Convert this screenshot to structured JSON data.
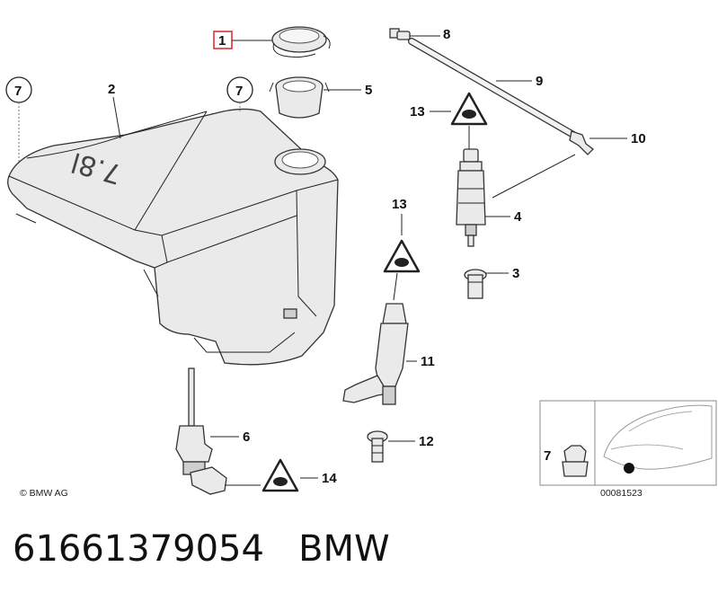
{
  "diagram": {
    "callouts": {
      "c1": "1",
      "c2": "2",
      "c3": "3",
      "c4": "4",
      "c5": "5",
      "c6": "6",
      "c7a": "7",
      "c7b": "7",
      "c7c": "7",
      "c8": "8",
      "c9": "9",
      "c10": "10",
      "c11": "11",
      "c12": "12",
      "c13a": "13",
      "c13b": "13",
      "c14": "14"
    },
    "tank_marking": "7.8l",
    "copyright": "© BMW AG",
    "diagram_id": "00081523",
    "highlight_color": "#e0303a"
  },
  "caption": {
    "part_number": "61661379054",
    "brand": "BMW"
  }
}
